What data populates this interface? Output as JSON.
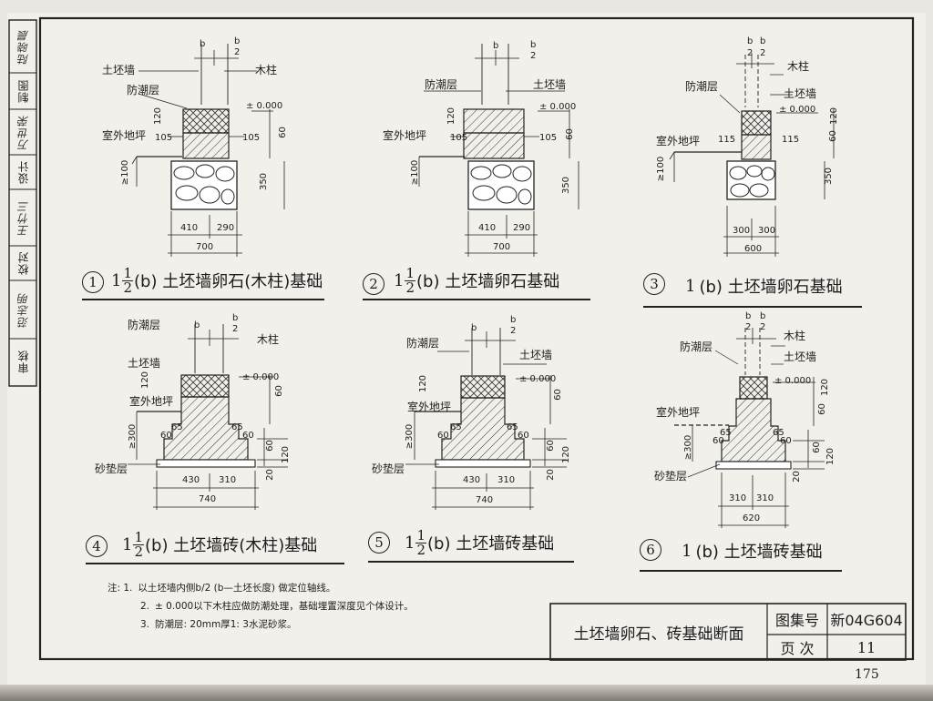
{
  "page_number": "175",
  "sidebar": [
    {
      "role": "审核",
      "name": "范志明"
    },
    {
      "role": "校对",
      "name": "王竹三"
    },
    {
      "role": "设计",
      "name": "万世荣"
    },
    {
      "role": "制图",
      "name": "陆晓晨"
    }
  ],
  "labels": {
    "earth_wall": "土坯墙",
    "timber_column": "木柱",
    "damp_course": "防潮层",
    "outdoor_ground": "室外地坪",
    "sand_cushion": "砂垫层",
    "zero_level": "± 0.000",
    "dim_b": "b",
    "dim_b_half": "b",
    "dim_b_half_den": "2",
    "ge100": "≥100",
    "ge300": "≥300"
  },
  "figures": [
    {
      "num": "1",
      "whole": "1",
      "frac_num": "1",
      "frac_den": "2",
      "title_text": "(b) 土坯墙卵石(木柱)基础",
      "left_w": "410",
      "right_w": "290",
      "total_w": "700",
      "offset_l": "105",
      "offset_r": "105",
      "h_layer": "120",
      "h60": "60",
      "h_found": "350"
    },
    {
      "num": "2",
      "whole": "1",
      "frac_num": "1",
      "frac_den": "2",
      "title_text": "(b) 土坯墙卵石基础",
      "left_w": "410",
      "right_w": "290",
      "total_w": "700",
      "offset_l": "105",
      "offset_r": "105",
      "h_layer": "120",
      "h60": "60",
      "h_found": "350"
    },
    {
      "num": "3",
      "whole": "1",
      "frac_num": "",
      "frac_den": "",
      "title_text": "(b) 土坯墙卵石基础",
      "left_w": "300",
      "right_w": "300",
      "total_w": "600",
      "offset_l": "115",
      "offset_r": "115",
      "h_layer": "120",
      "h60": "60",
      "h_found": "350"
    },
    {
      "num": "4",
      "whole": "1",
      "frac_num": "1",
      "frac_den": "2",
      "title_text": "(b) 土坯墙砖(木柱)基础",
      "left_w": "430",
      "right_w": "310",
      "total_w": "740",
      "step1": "65",
      "step2": "60",
      "h_layer": "120",
      "h60": "60",
      "h120": "120",
      "h20": "20"
    },
    {
      "num": "5",
      "whole": "1",
      "frac_num": "1",
      "frac_den": "2",
      "title_text": "(b) 土坯墙砖基础",
      "left_w": "430",
      "right_w": "310",
      "total_w": "740",
      "step1": "65",
      "step2": "60",
      "h_layer": "120",
      "h60": "60",
      "h120": "120",
      "h20": "20"
    },
    {
      "num": "6",
      "whole": "1",
      "frac_num": "",
      "frac_den": "",
      "title_text": "(b) 土坯墙砖基础",
      "left_w": "310",
      "right_w": "310",
      "total_w": "620",
      "step1": "65",
      "step2": "60",
      "h_layer": "120",
      "h60": "60",
      "h120": "120",
      "h20": "20"
    }
  ],
  "notes": [
    {
      "n": "注:  1.",
      "text": "以土坯墙内侧b/2 (b—土坯长度) 做定位轴线。"
    },
    {
      "n": "2.",
      "text": "± 0.000以下木柱应做防潮处理，基础埋置深度见个体设计。"
    },
    {
      "n": "3.",
      "text": "防潮层: 20mm厚1: 3水泥砂浆。"
    }
  ],
  "title_block": {
    "title": "土坯墙卵石、砖基础断面",
    "atlas_label": "图集号",
    "atlas_no": "新04G604",
    "page_label": "页    次",
    "page_no": "11"
  }
}
